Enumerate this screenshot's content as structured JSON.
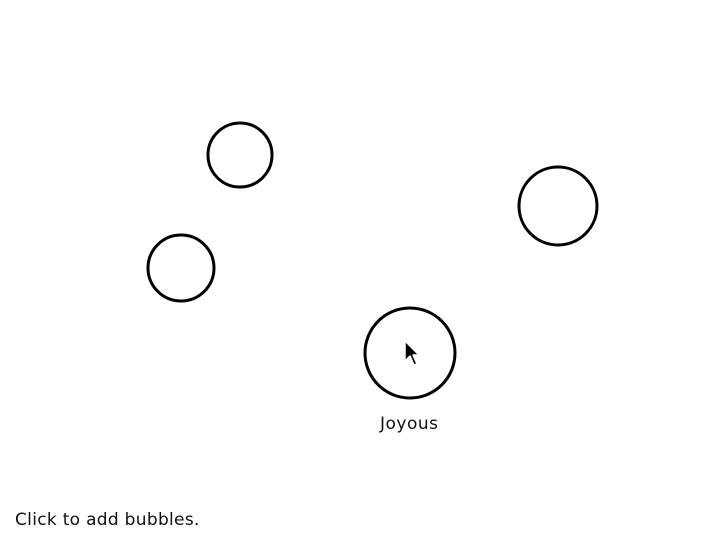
{
  "bubbles": [
    {
      "name": "bubble-1"
    },
    {
      "name": "bubble-2"
    },
    {
      "name": "bubble-3"
    },
    {
      "name": "bubble-4",
      "label": "Joyous"
    }
  ],
  "instructions": "Click to add bubbles.",
  "colors": {
    "background": "#ffffff",
    "stroke": "#000000",
    "text": "#111111"
  },
  "cursor": {
    "icon": "arrow-cursor-icon"
  }
}
